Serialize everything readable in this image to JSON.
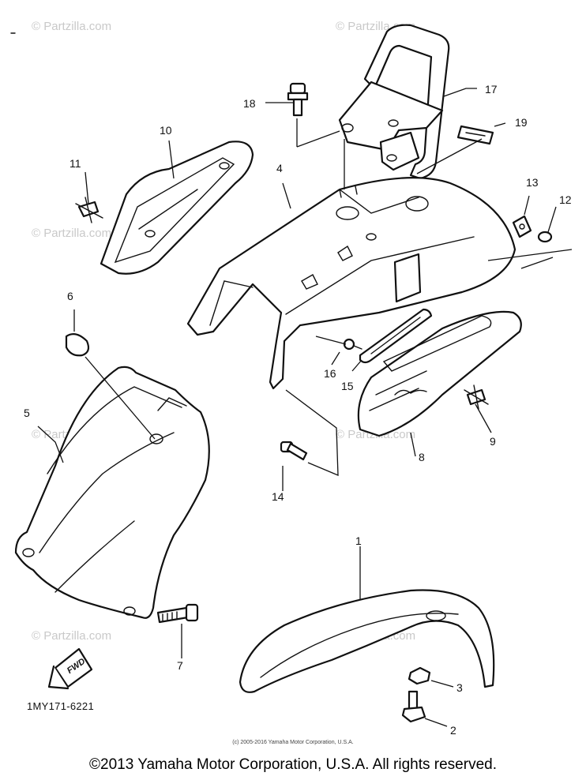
{
  "callouts": [
    "1",
    "2",
    "3",
    "4",
    "5",
    "6",
    "7",
    "8",
    "9",
    "10",
    "11",
    "12",
    "13",
    "14",
    "15",
    "16",
    "17",
    "18",
    "19"
  ],
  "watermark": "© Partzilla.com",
  "diagram_code": "1MY171-6221",
  "fwd_label": "FWD",
  "small_copyright": "(c) 2005-2016 Yamaha Motor Corporation, U.S.A.",
  "copyright": "©2013 Yamaha Motor Corporation, U.S.A. All rights reserved."
}
